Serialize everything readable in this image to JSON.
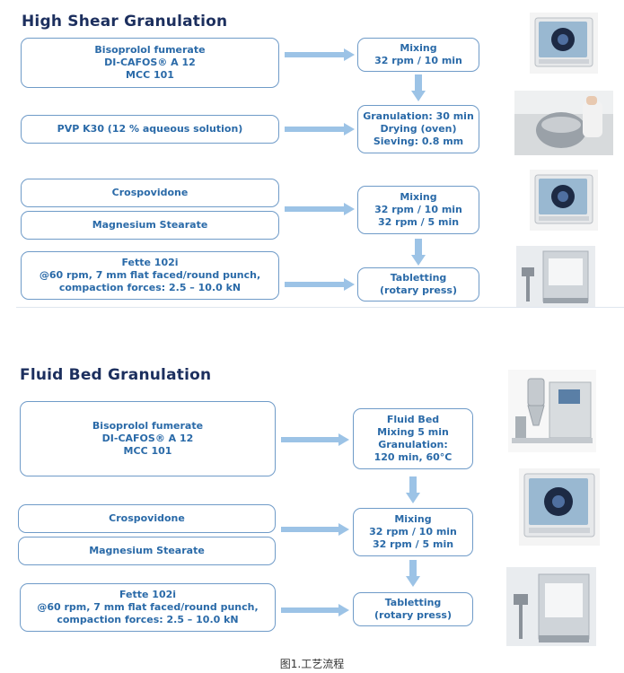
{
  "sections": [
    {
      "title": "High Shear Granulation",
      "inputs": [
        {
          "lines": [
            "Bisoprolol fumerate",
            "DI-CAFOS® A 12",
            "MCC 101"
          ]
        },
        {
          "lines": [
            "PVP K30 (12 % aqueous solution)"
          ]
        },
        {
          "lines": [
            "Crospovidone"
          ]
        },
        {
          "lines": [
            "Magnesium Stearate"
          ]
        },
        {
          "lines": [
            "Fette 102i",
            "@60 rpm, 7 mm flat faced/round punch,",
            "compaction forces: 2.5 – 10.0 kN"
          ]
        }
      ],
      "steps": [
        {
          "lines": [
            "Mixing",
            "32 rpm / 10 min"
          ]
        },
        {
          "lines": [
            "Granulation: 30 min",
            "Drying (oven)",
            "Sieving: 0.8 mm"
          ]
        },
        {
          "lines": [
            "Mixing",
            "32 rpm / 10 min",
            "32 rpm / 5 min"
          ]
        },
        {
          "lines": [
            "Tabletting",
            "(rotary press)"
          ]
        }
      ]
    },
    {
      "title": "Fluid Bed Granulation",
      "inputs": [
        {
          "lines": [
            "Bisoprolol fumerate",
            "DI-CAFOS® A 12",
            "MCC 101"
          ]
        },
        {
          "lines": [
            "Crospovidone"
          ]
        },
        {
          "lines": [
            "Magnesium Stearate"
          ]
        },
        {
          "lines": [
            "Fette 102i",
            "@60 rpm, 7 mm flat faced/round punch,",
            "compaction forces: 2.5 – 10.0 kN"
          ]
        }
      ],
      "steps": [
        {
          "lines": [
            "Fluid Bed",
            "Mixing 5 min",
            "Granulation:",
            "120 min, 60°C"
          ]
        },
        {
          "lines": [
            "Mixing",
            "32 rpm / 10 min",
            "32 rpm / 5 min"
          ]
        },
        {
          "lines": [
            "Tabletting",
            "(rotary press)"
          ]
        }
      ]
    }
  ],
  "caption": "图1.工艺流程",
  "colors": {
    "title": "#1c2f5e",
    "text": "#2a6aa8",
    "border": "#6f9bc8",
    "arrow": "#9cc3e6"
  }
}
